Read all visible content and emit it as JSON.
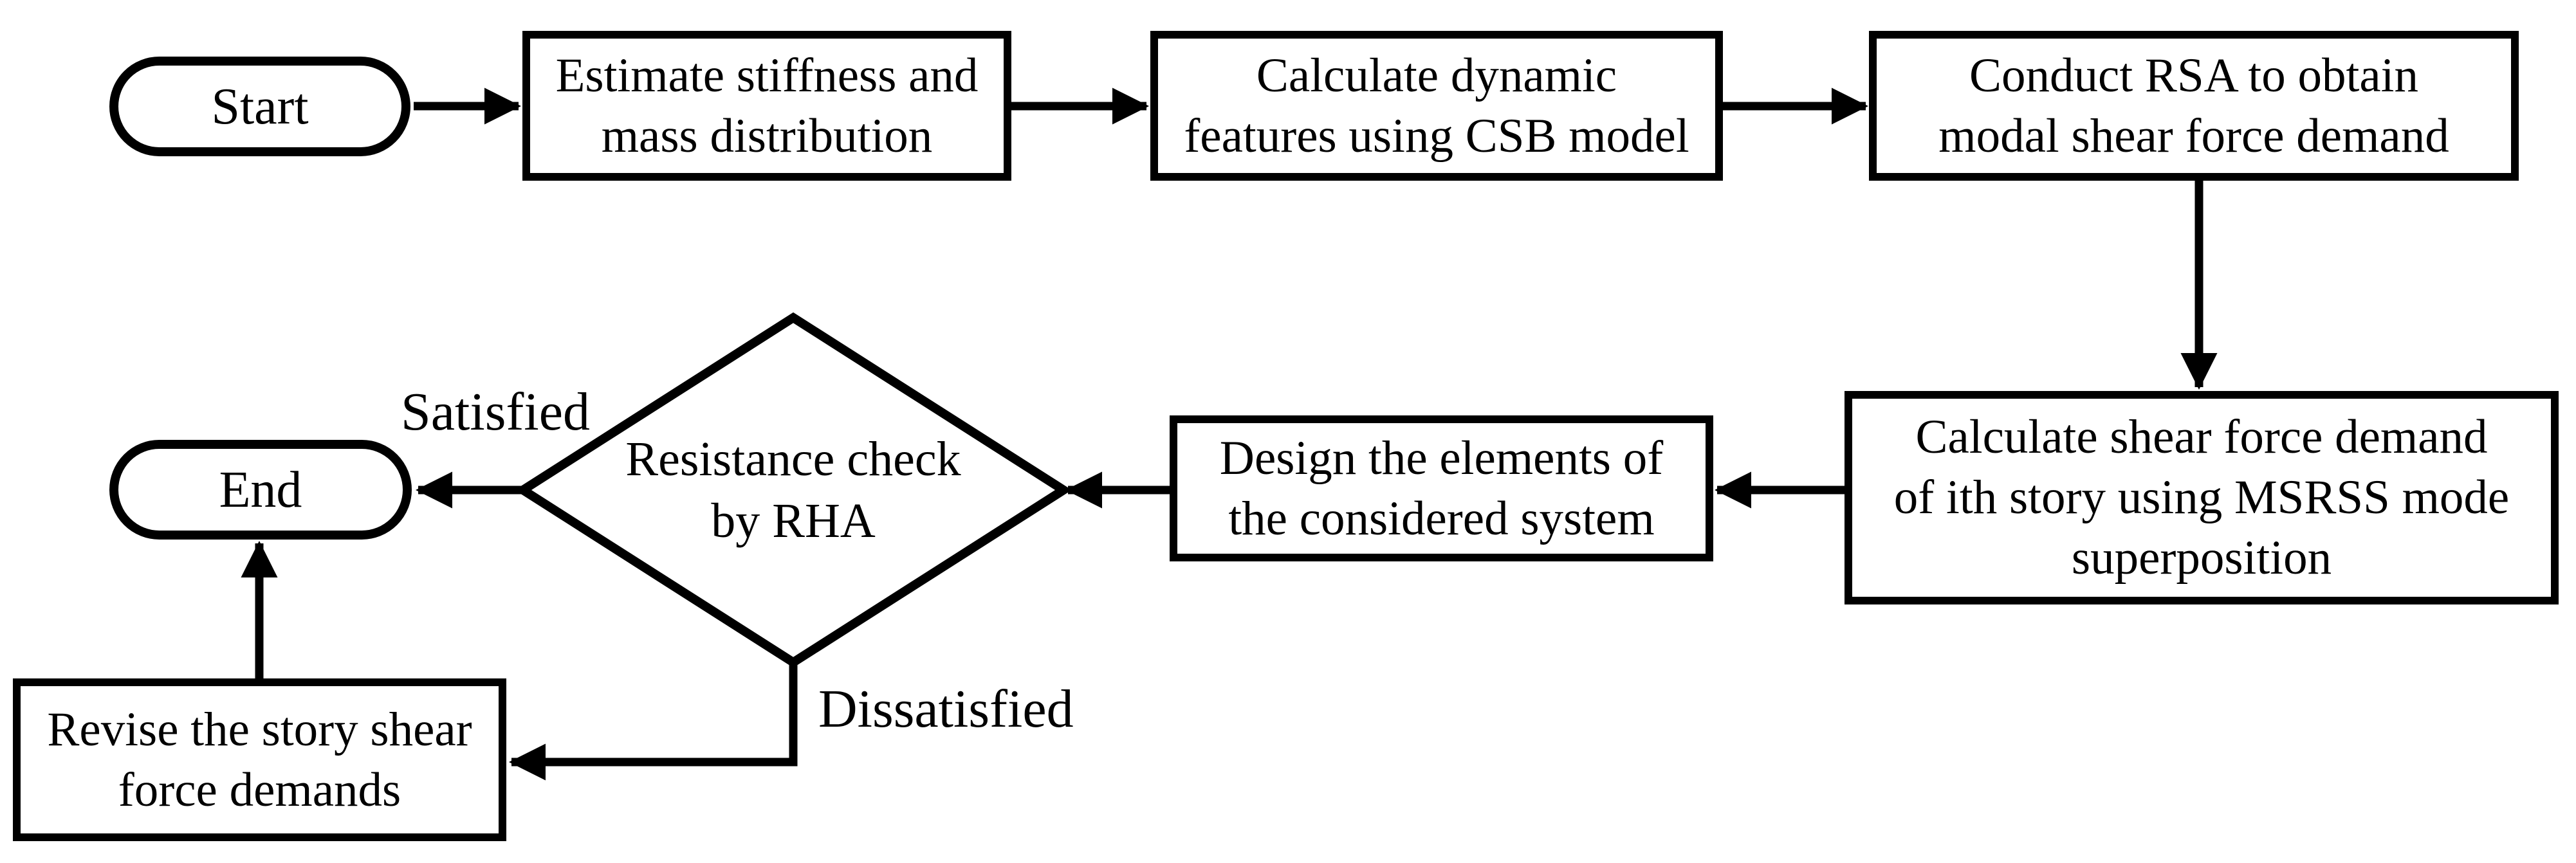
{
  "nodes": {
    "start": {
      "type": "terminator",
      "label": "Start"
    },
    "estimate_stiffness": {
      "type": "process",
      "lines": [
        "Estimate stiffness and",
        "mass distribution"
      ]
    },
    "calculate_dynamic": {
      "type": "process",
      "lines": [
        "Calculate dynamic",
        "features using CSB model"
      ]
    },
    "conduct_rsa": {
      "type": "process",
      "lines": [
        "Conduct RSA to obtain",
        "modal shear force demand"
      ]
    },
    "calculate_shear": {
      "type": "process",
      "lines": [
        "Calculate shear force demand",
        "of ith story using MSRSS mode",
        "superposition"
      ]
    },
    "design_elements": {
      "type": "process",
      "lines": [
        "Design the elements of",
        "the considered system"
      ]
    },
    "resistance_check": {
      "type": "decision",
      "lines": [
        "Resistance check",
        "by RHA"
      ]
    },
    "end": {
      "type": "terminator",
      "label": "End"
    },
    "revise_demands": {
      "type": "process",
      "lines": [
        "Revise the story shear",
        "force demands"
      ]
    }
  },
  "edge_labels": {
    "satisfied": "Satisfied",
    "dissatisfied": "Dissatisfied"
  },
  "colors": {
    "line": "#000000",
    "fill": "#ffffff",
    "text": "#000000"
  }
}
